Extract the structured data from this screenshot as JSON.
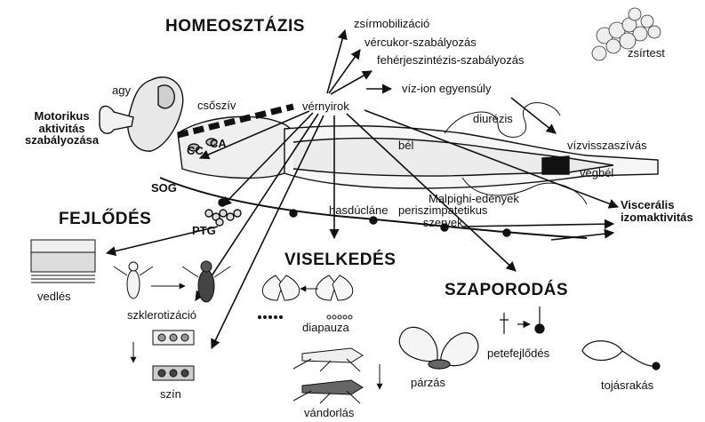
{
  "headings": {
    "homeostasis": "HOMEOSZTÁZIS",
    "development": "FEJLŐDÉS",
    "behavior": "VISELKEDÉS",
    "reproduction": "SZAPORODÁS"
  },
  "labels": {
    "brain": "agy",
    "motor": "Motorikus\naktivitás\nszabályozása",
    "heart": "csőszív",
    "cc": "CC",
    "ca": "CA",
    "sog": "SOG",
    "ptg": "PTG",
    "neurohormones": "vérnyirok",
    "fat_mobilization": "zsírmobilizáció",
    "blood_sugar": "vércukor-szabályozás",
    "protein_synthesis": "fehérjeszintézis-szabályozás",
    "water_ion": "víz-ion egyensúly",
    "fat_body": "zsírtest",
    "diuresis": "diurézis",
    "water_reabsorption": "vízvisszaszívás",
    "gut": "bél",
    "rectum": "végbél",
    "malpighi": "Malpighi-edények",
    "nerve_cord": "hasdúcláne",
    "perisympathetic": "periszimpatetikus\nszervek",
    "visceral": "Viscerális\nizomaktivitás",
    "molting": "vedlés",
    "sclerotization": "szklerotizáció",
    "color": "szín",
    "diapause": "diapauza",
    "migration": "vándorlás",
    "mating": "párzás",
    "egg_development": "petefejlődés",
    "oviposition": "tojásrakás"
  },
  "colors": {
    "ink": "#111111",
    "tissue": "#d9d9d9",
    "shade": "#8c8c8c"
  }
}
